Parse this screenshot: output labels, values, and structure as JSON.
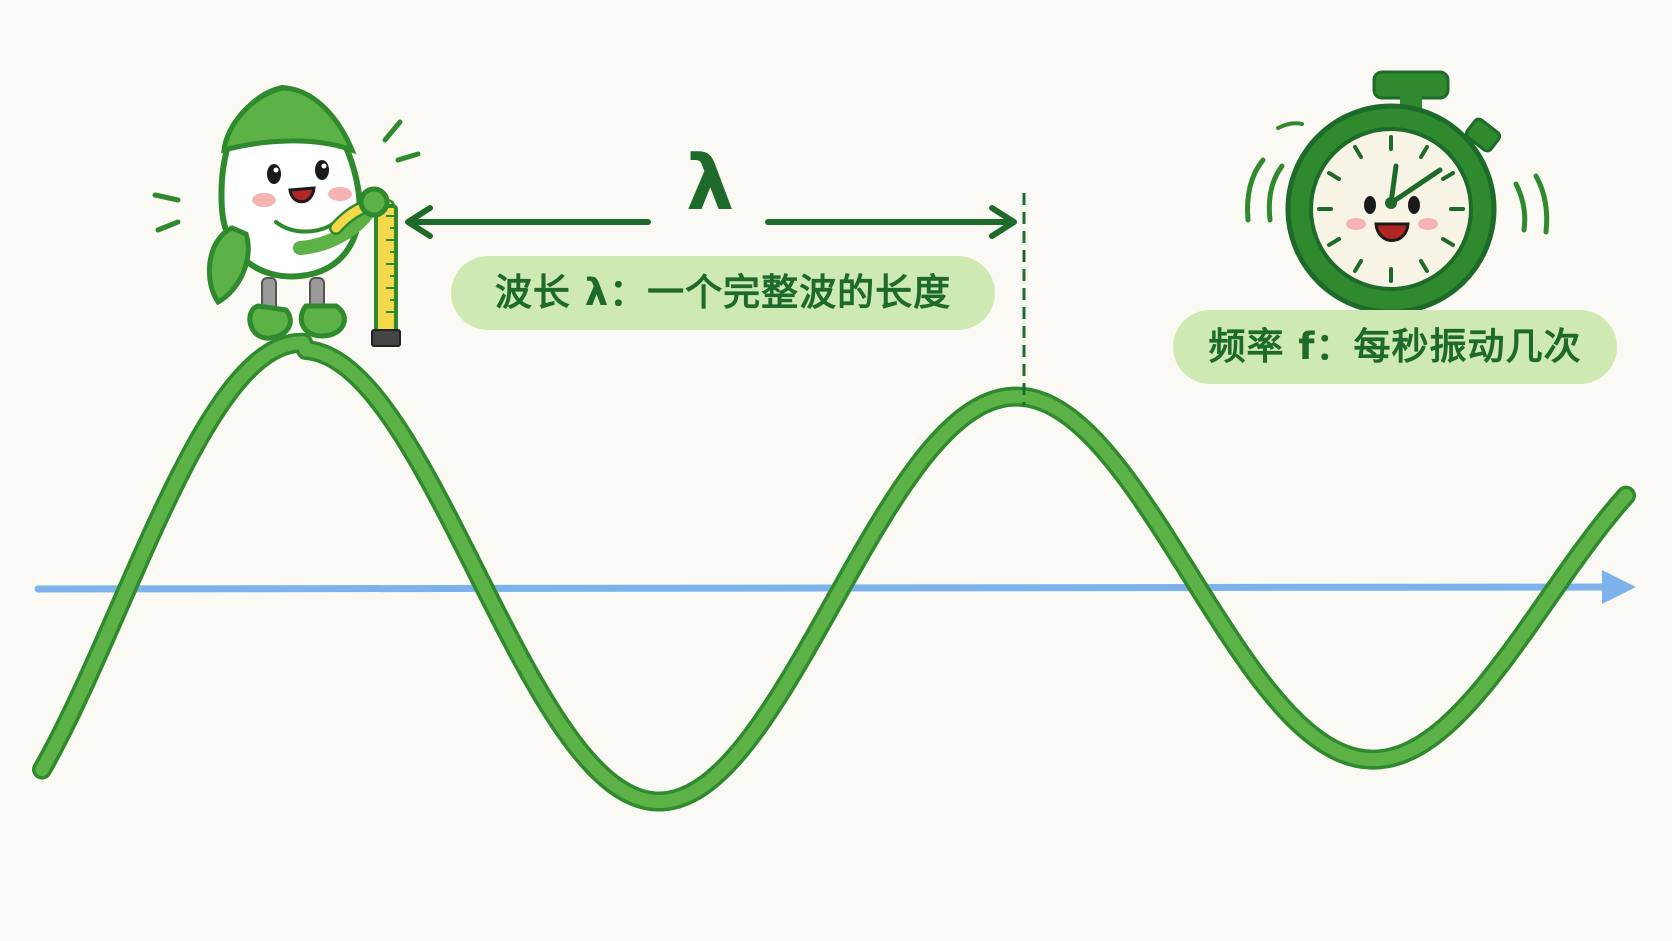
{
  "wavelength": {
    "symbol": "λ",
    "label": "波长 λ：一个完整波的长度"
  },
  "frequency": {
    "label": "频率 f：每秒振动几次"
  },
  "colors": {
    "background": "#faf9f3",
    "wave": "#5cb246",
    "wave_outline": "#2f8a2e",
    "axis": "#7db3ec",
    "dark_green": "#1d6a2a",
    "label_fill": "#cfe9b3",
    "tape_yellow": "#f3d94a"
  },
  "icons": {
    "character": "leaf-mascot-icon",
    "tape": "measuring-tape-icon",
    "stopwatch": "stopwatch-icon"
  }
}
